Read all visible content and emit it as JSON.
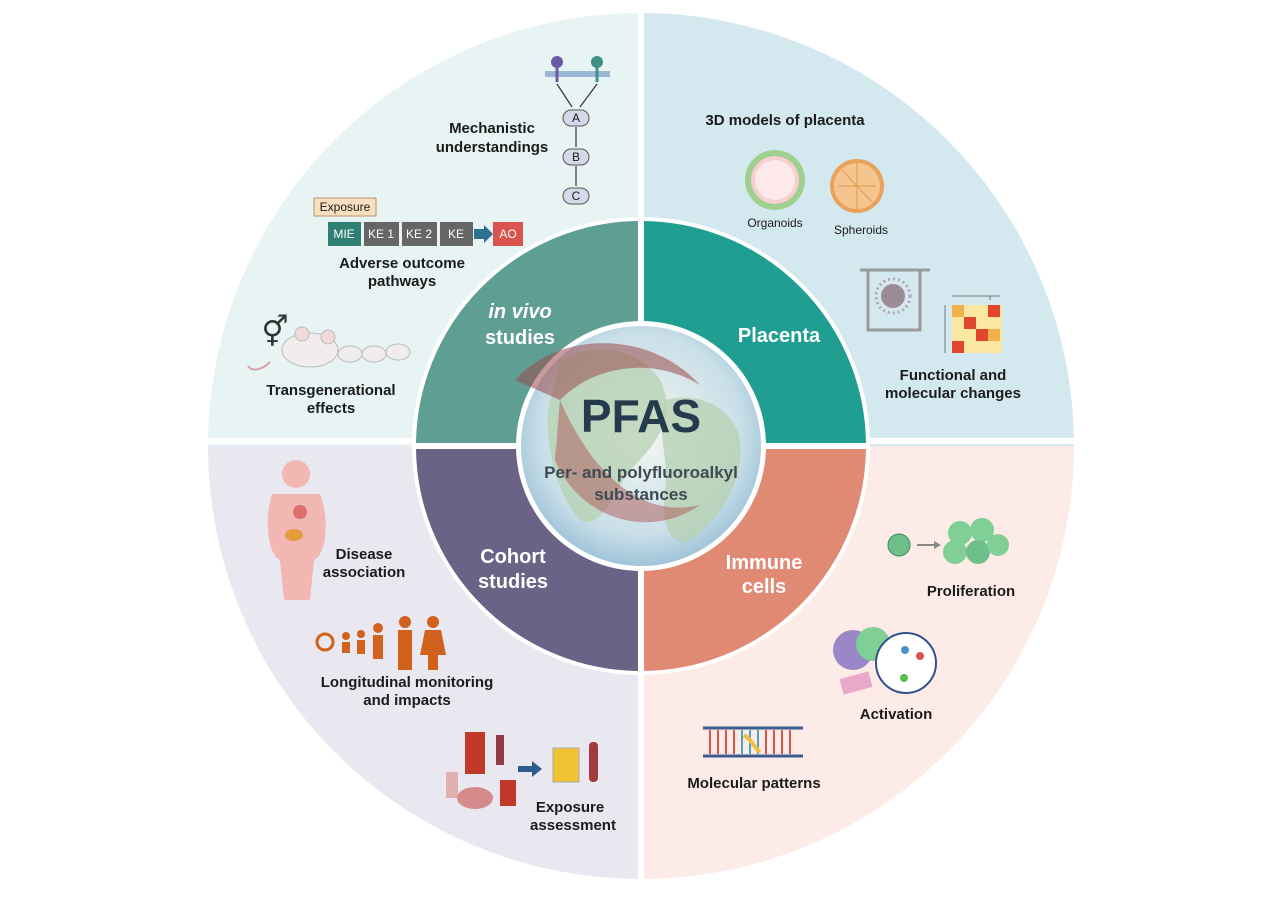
{
  "center": {
    "title": "PFAS",
    "subtitle_line1": "Per- and polyfluoroalkyl",
    "subtitle_line2": "substances"
  },
  "inner_ring": {
    "invivo_line1": "in vivo",
    "invivo_line2": "studies",
    "placenta": "Placenta",
    "cohort_line1": "Cohort",
    "cohort_line2": "studies",
    "immune_line1": "Immune",
    "immune_line2": "cells"
  },
  "invivo_section": {
    "mechanistic_line1": "Mechanistic",
    "mechanistic_line2": "understandings",
    "node_a": "A",
    "node_b": "B",
    "node_c": "C",
    "exposure": "Exposure",
    "mie": "MIE",
    "ke1": "KE 1",
    "ke2": "KE 2",
    "ke": "KE",
    "ao": "AO",
    "aop_line1": "Adverse outcome",
    "aop_line2": "pathways",
    "sex_symbol": "⚥",
    "transgen_line1": "Transgenerational",
    "transgen_line2": "effects"
  },
  "placenta_section": {
    "models_title": "3D models of placenta",
    "organoids": "Organoids",
    "spheroids": "Spheroids",
    "functional_line1": "Functional and",
    "functional_line2": "molecular changes"
  },
  "cohort_section": {
    "disease_line1": "Disease",
    "disease_line2": "association",
    "longitudinal_line1": "Longitudinal monitoring",
    "longitudinal_line2": "and impacts",
    "exposure_line1": "Exposure",
    "exposure_line2": "assessment"
  },
  "immune_section": {
    "proliferation": "Proliferation",
    "activation": "Activation",
    "molecular_patterns": "Molecular patterns"
  },
  "colors": {
    "invivo_outer": "#e8f3f3",
    "placenta_outer": "#d3e9ef",
    "cohort_outer": "#e9e7ef",
    "immune_outer": "#fcebe6",
    "invivo_inner": "#5f9e93",
    "placenta_inner": "#1f9e91",
    "cohort_inner": "#6a6385",
    "immune_inner": "#e08a74",
    "mie_box": "#2f7f73",
    "ke_box": "#666666",
    "ao_box": "#d9534f",
    "exposure_box": "#f7dfc0"
  }
}
